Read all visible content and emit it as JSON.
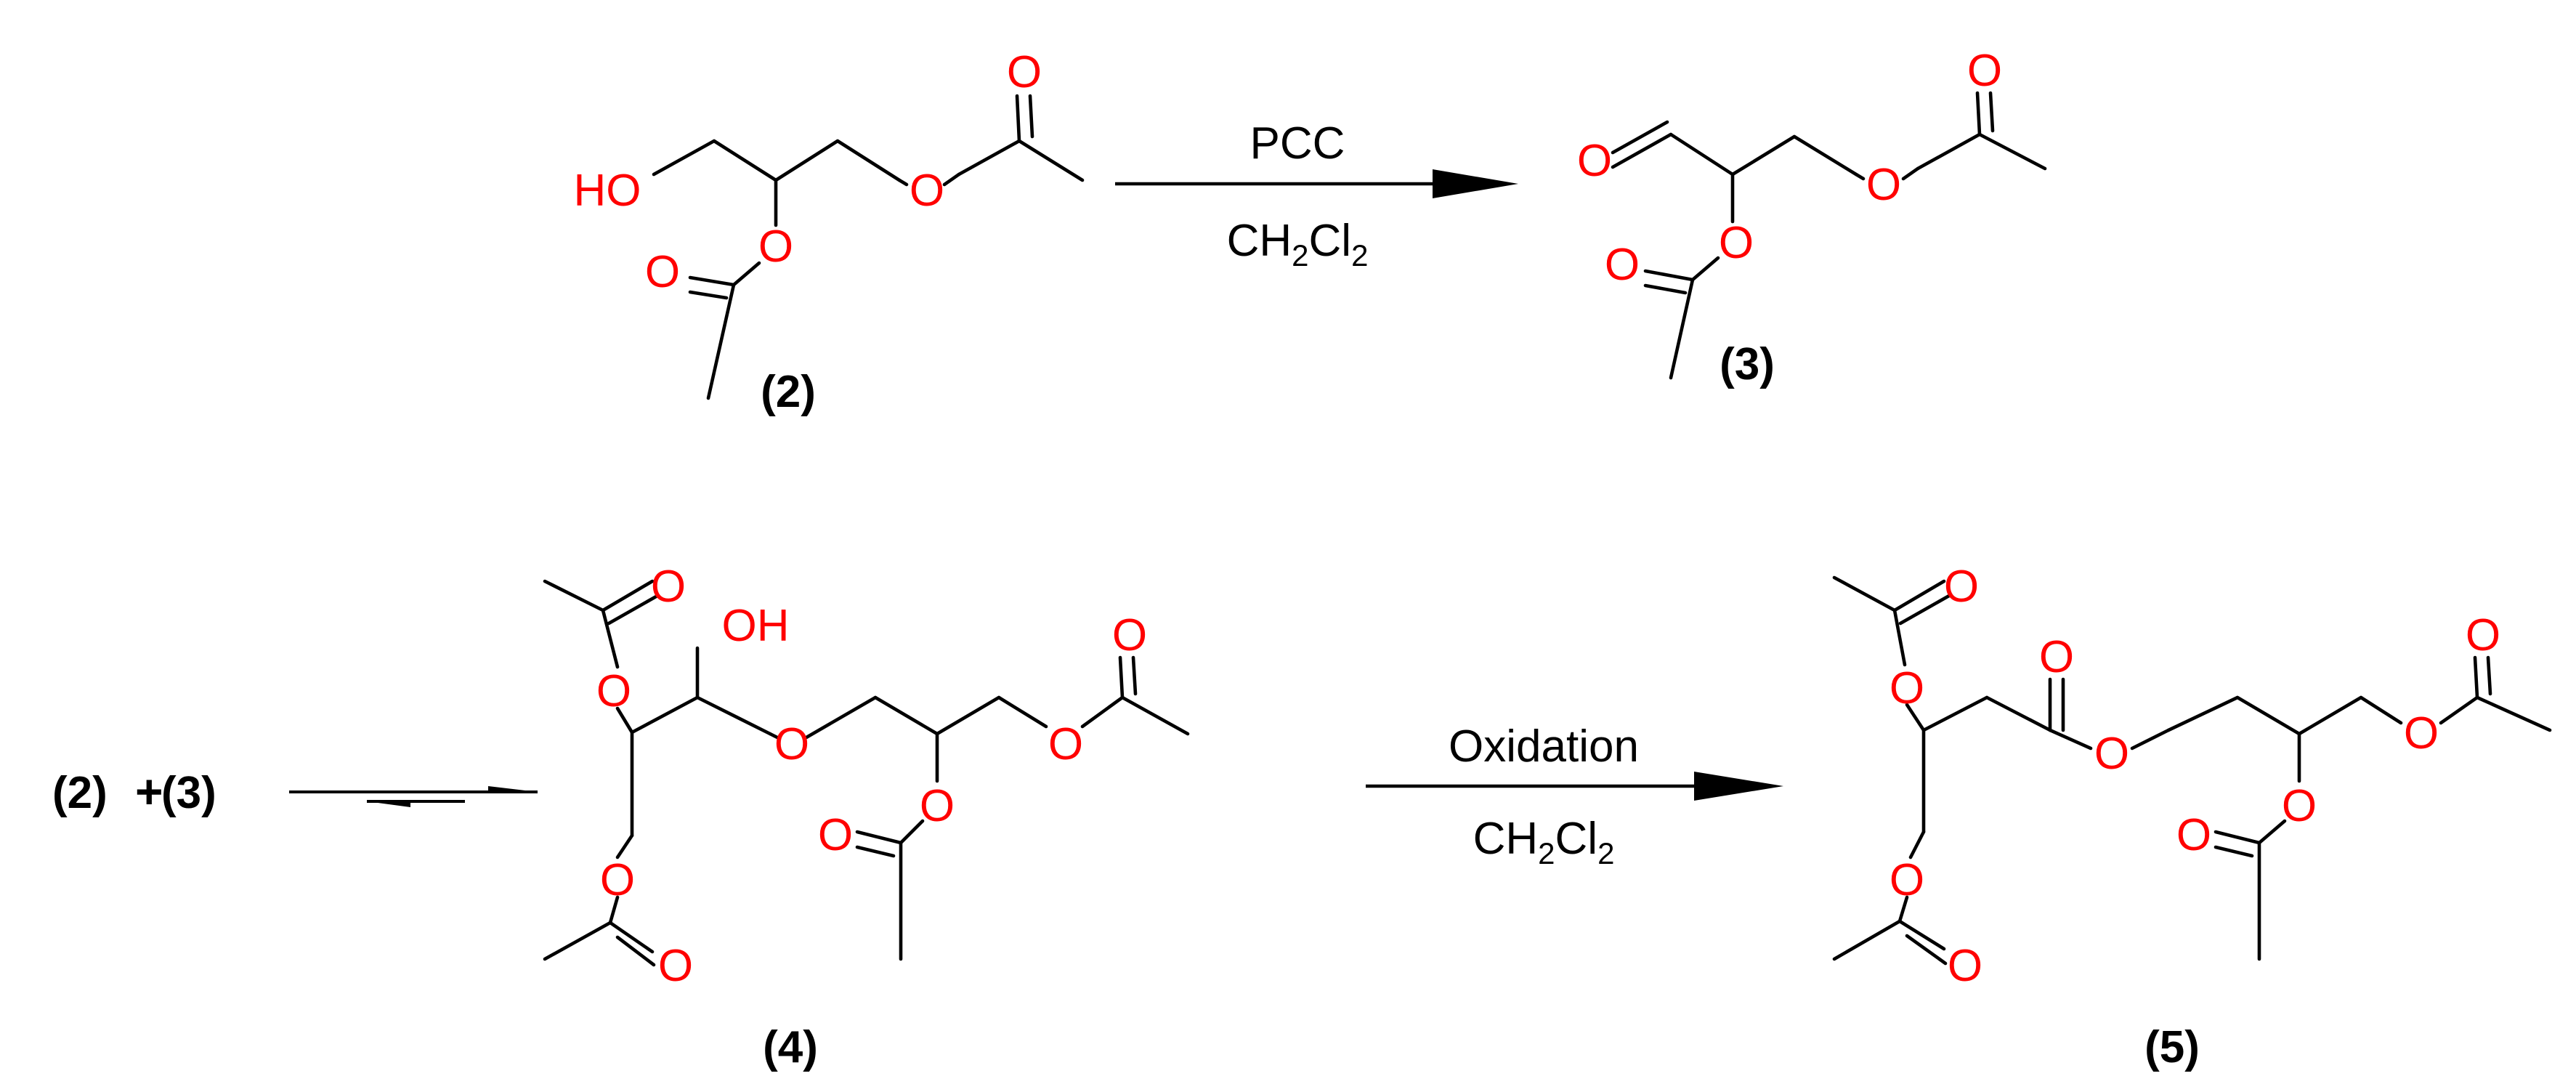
{
  "colors": {
    "heteroatom": "#ff0000",
    "bond": "#000000",
    "text": "#000000",
    "background": "#ffffff"
  },
  "atoms": {
    "oxygen": "O",
    "hydroxyl_left": "HO",
    "hydroxyl_right": "OH"
  },
  "compounds": {
    "c2": {
      "label": "(2)"
    },
    "c3": {
      "label": "(3)"
    },
    "c4": {
      "label": "(4)"
    },
    "c5": {
      "label": "(5)"
    }
  },
  "reaction1": {
    "reagent": "PCC",
    "solvent": {
      "prefix": "CH",
      "sub1": "2",
      "mid": "Cl",
      "sub2": "2"
    }
  },
  "reaction2": {
    "lhs_left": "(2)",
    "plus": "+",
    "lhs_right": "(3)"
  },
  "reaction3": {
    "reagent": "Oxidation",
    "solvent": {
      "prefix": "CH",
      "sub1": "2",
      "mid": "Cl",
      "sub2": "2"
    }
  }
}
